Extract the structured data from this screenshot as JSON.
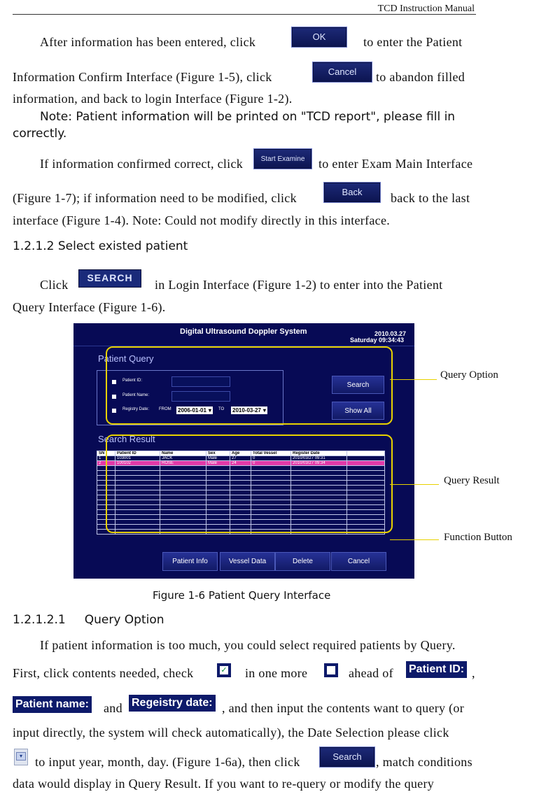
{
  "header": {
    "title": "TCD Instruction Manual"
  },
  "para1": {
    "line1_a": "After information has been entered, click",
    "ok_button": "OK",
    "line1_b": "to enter the Patient",
    "line2_a": "Information Confirm Interface (Figure 1-5), click",
    "cancel_button": "Cancel",
    "line2_b": "to abandon filled",
    "line3": "information, and back to login Interface (Figure 1-2)."
  },
  "note1": {
    "line1": "Note: Patient information will be printed on \"TCD report\", please fill in",
    "line2": "correctly."
  },
  "para2": {
    "line1_a": "If information confirmed correct, click",
    "start_button": "Start Examine",
    "line1_b": "to enter Exam Main Interface",
    "line2_a": "(Figure 1-7); if information need to be modified, click",
    "back_button": "Back",
    "line2_b": "back to the last",
    "line3": "interface (Figure 1-4). Note: Could not modify directly in this interface."
  },
  "section_1212": {
    "heading": "1.2.1.2 Select existed patient"
  },
  "para3": {
    "line1_a": "Click",
    "search_button": "SEARCH",
    "line1_b": "in Login Interface (Figure 1-2) to enter into the Patient",
    "line2": "Query Interface (Figure 1-6)."
  },
  "figure": {
    "app_title": "Digital Ultrasound Doppler System",
    "date": "2010.03.27",
    "day_time": "Saturday  09:34:43",
    "patient_query_title": "Patient Query",
    "field_patient_id": "Patient ID:",
    "field_patient_name": "Patient Name:",
    "field_registry_date": "Registry Date:",
    "from_label": "FROM",
    "from_date": "2006-01-01",
    "to_label": "TO",
    "to_date": "2010-03-27",
    "search_button": "Search",
    "show_all_button": "Show All",
    "search_result_title": "Search Result",
    "columns": [
      "SN",
      "Patient ID",
      "Name",
      "Sex",
      "Age",
      "Total Vessel",
      "Register Date"
    ],
    "rows": [
      [
        "1",
        "103001",
        "JACK",
        "Male",
        "27",
        "0",
        "2010/03/27  09:31"
      ],
      [
        "2",
        "100102",
        "ROSE",
        "Male",
        "24",
        "0",
        "2010/03/27  09:34"
      ]
    ],
    "buttons": [
      "Patient Info",
      "Vessel Data",
      "Delete",
      "Cancel"
    ]
  },
  "callouts": {
    "query_option": "Query Option",
    "query_result": "Query Result",
    "function_button": "Function Button"
  },
  "figure_caption": "Figure 1-6    Patient Query Interface",
  "section_12121": {
    "heading": "1.2.1.2.1     Query Option"
  },
  "para4": {
    "line1": "If patient information is too much, you could select required patients by Query.",
    "line2_a": "First, click contents needed, check",
    "line2_b": "in one more",
    "line2_c": "ahead of",
    "tag_patient_id": "Patient ID:",
    "line2_d": ",",
    "tag_patient_name": "Patient name:",
    "line3_a": "and",
    "tag_registry_date": "Regeistry date:",
    "line3_b": ", and then input the contents want to query (or",
    "line4": "input directly, the system will check automatically), the Date Selection please click",
    "line5_a": "to input year, month, day. (Figure 1-6a), then click",
    "search_button": "Search",
    "line5_b": ", match conditions",
    "line6": "data would display in Query Result. If you want to re-query or modify the query"
  }
}
